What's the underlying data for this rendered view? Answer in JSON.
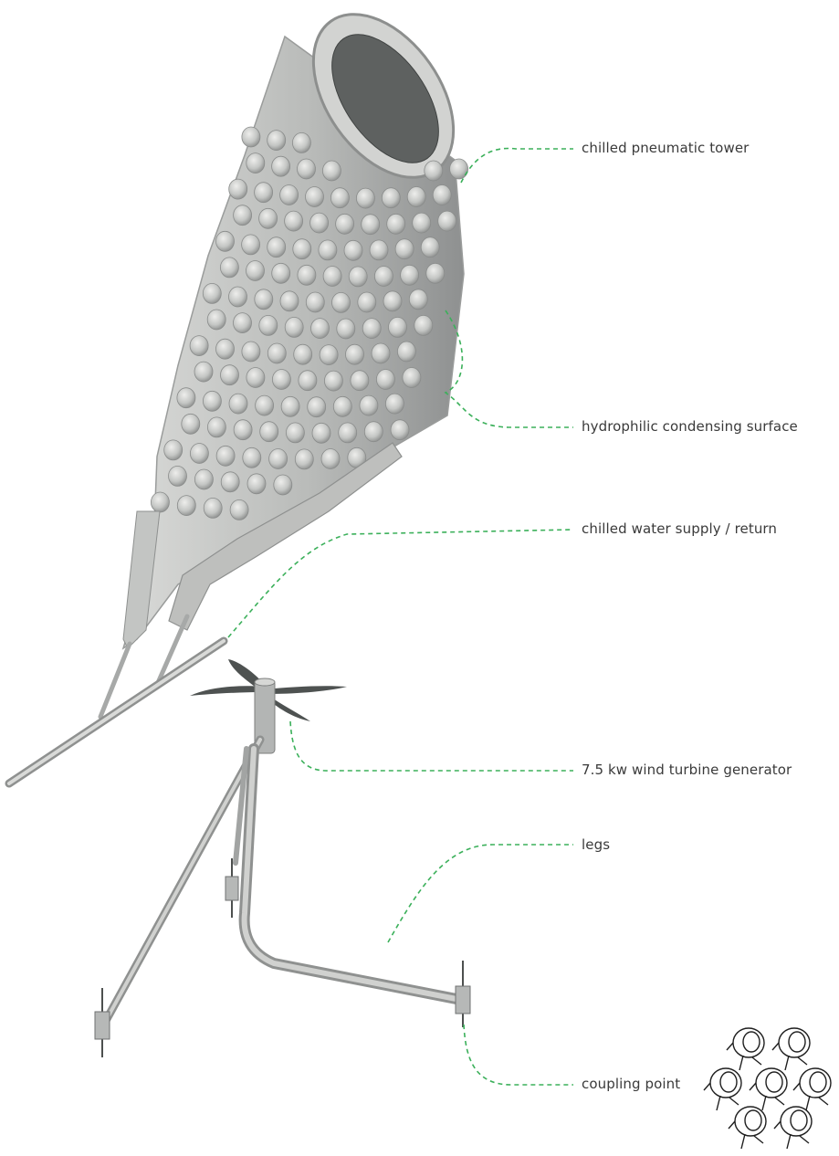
{
  "labels": {
    "tower": "chilled pneumatic tower",
    "surface": "hydrophilic condensing surface",
    "water": "chilled water supply / return",
    "turbine": "7.5 kw wind turbine generator",
    "legs": "legs",
    "coupling": "coupling point"
  },
  "colors": {
    "leader": "#3bb05a",
    "text": "#3a3a3a",
    "structure": "#c9cbc8",
    "structure_dark": "#8f9190",
    "background": "#ffffff"
  }
}
